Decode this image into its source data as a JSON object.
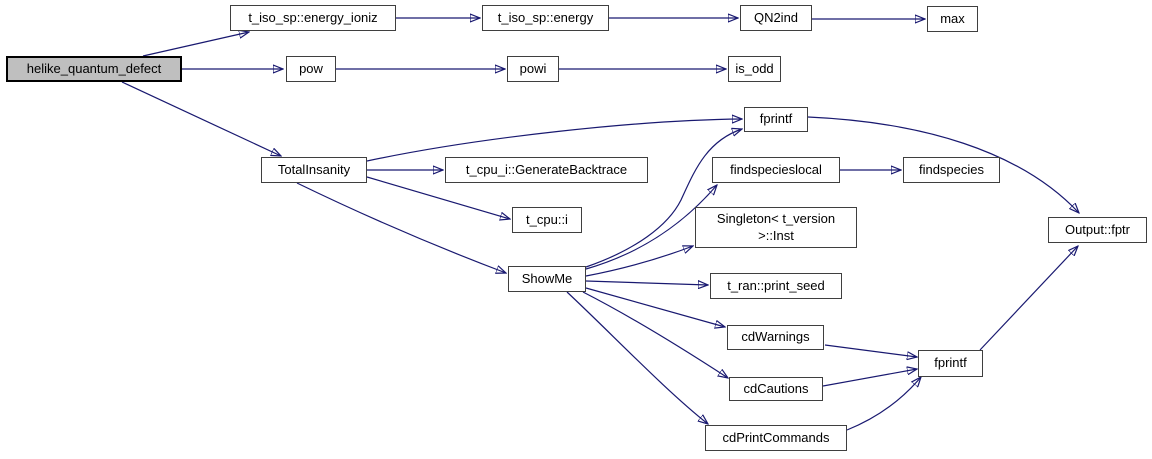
{
  "diagram": {
    "type": "doxygen-call-graph",
    "root_function": "helike_quantum_defect",
    "colors": {
      "background": "#ffffff",
      "edge": "#191970",
      "node_border": "#3f3f3f",
      "node_fill": "#ffffff",
      "highlight_fill": "#bfbfbf",
      "highlight_border": "#000000",
      "text": "#000000"
    },
    "nodes": {
      "helike_quantum_defect": {
        "label": "helike_quantum_defect",
        "highlighted": true
      },
      "energy_ioniz": {
        "label": "t_iso_sp::energy_ioniz"
      },
      "energy": {
        "label": "t_iso_sp::energy"
      },
      "qn2ind": {
        "label": "QN2ind"
      },
      "max": {
        "label": "max"
      },
      "pow": {
        "label": "pow"
      },
      "powi": {
        "label": "powi"
      },
      "is_odd": {
        "label": "is_odd"
      },
      "total_insanity": {
        "label": "TotalInsanity"
      },
      "generate_backtrace": {
        "label": "t_cpu_i::GenerateBacktrace"
      },
      "t_cpu_i": {
        "label": "t_cpu::i"
      },
      "fprintf_top": {
        "label": "fprintf"
      },
      "findspecieslocal": {
        "label": "findspecieslocal"
      },
      "findspecies": {
        "label": "findspecies"
      },
      "singleton_inst": {
        "lines": [
          "Singleton< t_version",
          ">::Inst"
        ]
      },
      "showme": {
        "label": "ShowMe"
      },
      "print_seed": {
        "label": "t_ran::print_seed"
      },
      "cdwarnings": {
        "label": "cdWarnings"
      },
      "cdcautions": {
        "label": "cdCautions"
      },
      "cdprintcommands": {
        "label": "cdPrintCommands"
      },
      "fprintf_bottom": {
        "label": "fprintf"
      },
      "output_fptr": {
        "label": "Output::fptr"
      }
    },
    "edges": [
      {
        "from": "helike_quantum_defect",
        "to": "t_iso_sp::energy_ioniz"
      },
      {
        "from": "helike_quantum_defect",
        "to": "pow"
      },
      {
        "from": "helike_quantum_defect",
        "to": "TotalInsanity"
      },
      {
        "from": "t_iso_sp::energy_ioniz",
        "to": "t_iso_sp::energy"
      },
      {
        "from": "t_iso_sp::energy",
        "to": "QN2ind"
      },
      {
        "from": "QN2ind",
        "to": "max"
      },
      {
        "from": "pow",
        "to": "powi"
      },
      {
        "from": "powi",
        "to": "is_odd"
      },
      {
        "from": "TotalInsanity",
        "to": "fprintf"
      },
      {
        "from": "TotalInsanity",
        "to": "t_cpu_i::GenerateBacktrace"
      },
      {
        "from": "TotalInsanity",
        "to": "t_cpu::i"
      },
      {
        "from": "TotalInsanity",
        "to": "ShowMe"
      },
      {
        "from": "ShowMe",
        "to": "fprintf"
      },
      {
        "from": "ShowMe",
        "to": "findspecieslocal"
      },
      {
        "from": "ShowMe",
        "to": "Singleton< t_version >::Inst"
      },
      {
        "from": "ShowMe",
        "to": "t_ran::print_seed"
      },
      {
        "from": "ShowMe",
        "to": "cdWarnings"
      },
      {
        "from": "ShowMe",
        "to": "cdCautions"
      },
      {
        "from": "ShowMe",
        "to": "cdPrintCommands"
      },
      {
        "from": "findspecieslocal",
        "to": "findspecies"
      },
      {
        "from": "fprintf",
        "to": "Output::fptr"
      },
      {
        "from": "cdWarnings",
        "to": "fprintf"
      },
      {
        "from": "cdCautions",
        "to": "fprintf"
      },
      {
        "from": "cdPrintCommands",
        "to": "fprintf"
      },
      {
        "from": "fprintf",
        "to": "Output::fptr"
      }
    ]
  }
}
